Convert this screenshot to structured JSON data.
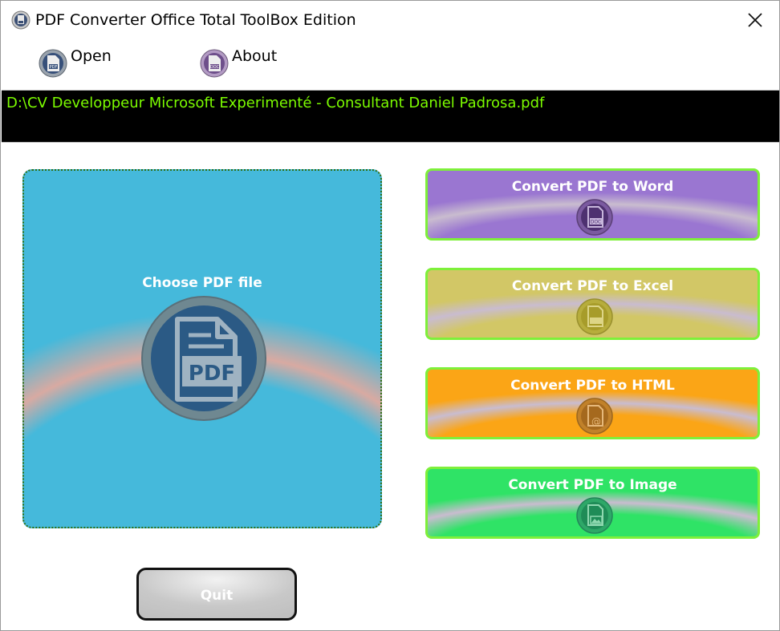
{
  "window": {
    "title": "PDF Converter Office Total ToolBox Edition"
  },
  "menu": {
    "open_label": "Open",
    "about_label": "About"
  },
  "file": {
    "path": "D:\\CV Developpeur Microsoft Experimenté - Consultant Daniel Padrosa.pdf"
  },
  "choose": {
    "label": "Choose PDF file",
    "icon_text": "PDF"
  },
  "converters": [
    {
      "label": "Convert PDF to Word",
      "icon": "doc-file-icon",
      "icon_text": "DOC",
      "color": "#9a76d1"
    },
    {
      "label": "Convert PDF to Excel",
      "icon": "xls-file-icon",
      "icon_text": "",
      "color": "#d2c766"
    },
    {
      "label": "Convert PDF to HTML",
      "icon": "html-file-icon",
      "icon_text": "@",
      "color": "#fba516"
    },
    {
      "label": "Convert PDF to Image",
      "icon": "image-file-icon",
      "icon_text": "",
      "color": "#2fe366"
    }
  ],
  "quit": {
    "label": "Quit"
  },
  "colors": {
    "path_text": "#7cfc00",
    "path_bg": "#000000",
    "button_border": "#7ef03a",
    "choose_bg": "#45b9db"
  }
}
